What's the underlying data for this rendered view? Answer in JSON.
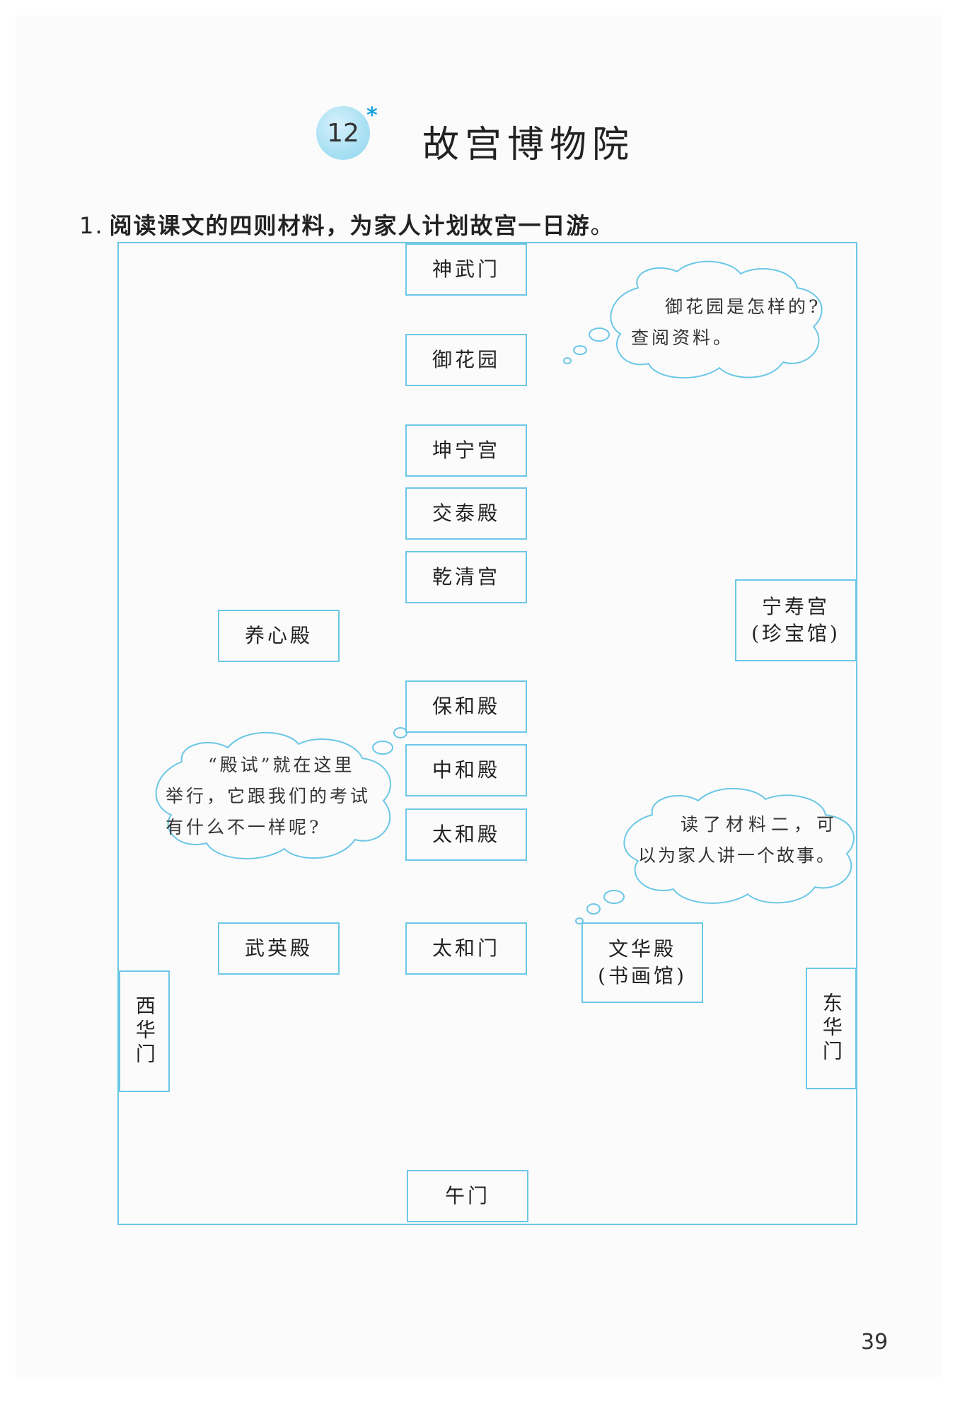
{
  "lesson": {
    "number": "12",
    "star": "*",
    "title": "故宫博物院"
  },
  "question": {
    "number": "1.",
    "text": "阅读课文的四则材料，为家人计划故宫一日游",
    "end": "。"
  },
  "map": {
    "buildings": {
      "shenwumen": "神武门",
      "yuhuayuan": "御花园",
      "kunninggong": "坤宁宫",
      "jiaotaidian": "交泰殿",
      "qianqinggong": "乾清宫",
      "yangxindian": "养心殿",
      "ningshougong": "宁寿宫",
      "ningshougong_sub": "(珍宝馆)",
      "baohedian": "保和殿",
      "zhonghedian": "中和殿",
      "taihedian": "太和殿",
      "wuyingdian": "武英殿",
      "taihemen": "太和门",
      "wenhuadian": "文华殿",
      "wenhuadian_sub": "(书画馆)",
      "xihuamen": "西华门",
      "donghuamen": "东华门",
      "wumen": "午门"
    },
    "bubbles": {
      "garden": {
        "line1": "御花园是怎样的?",
        "line2": "查阅资料。"
      },
      "exam": {
        "line1": "“殿试”就在这里",
        "line2": "举行，它跟我们的考试",
        "line3": "有什么不一样呢?"
      },
      "story": {
        "line1": "读了材料二，可",
        "line2": "以为家人讲一个故事。"
      }
    }
  },
  "page_number": "39",
  "colors": {
    "line": "#6cc7e6",
    "badge": "#a9e0f3",
    "star": "#1aa3dc"
  }
}
